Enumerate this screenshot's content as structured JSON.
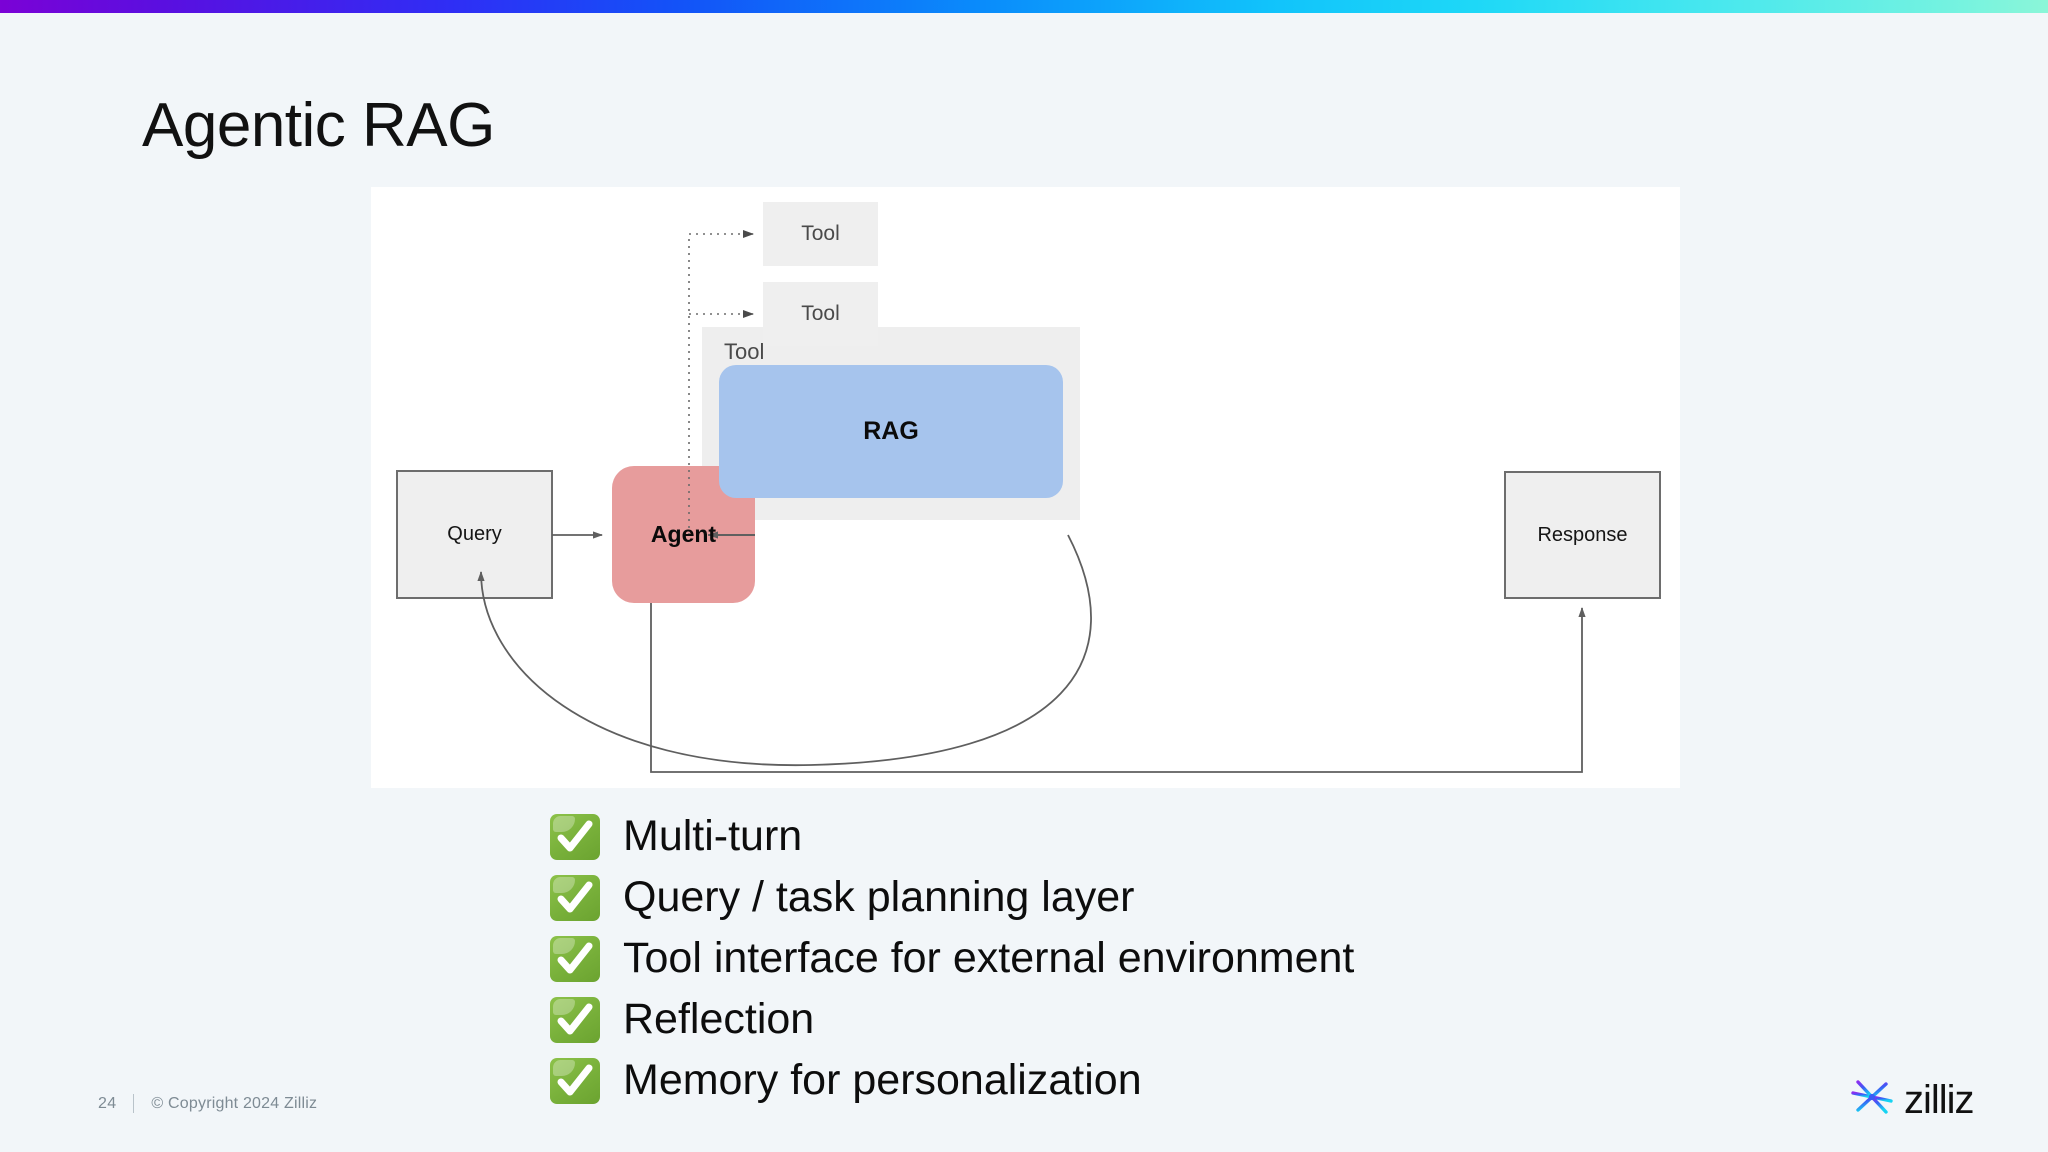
{
  "slide": {
    "title": "Agentic RAG",
    "background_color": "#f2f6f9",
    "canvas_color": "#ffffff"
  },
  "top_bar": {
    "gradient_from": "#7b02d6",
    "gradient_mid": "#0a8cfb",
    "gradient_to": "#8bf6d8"
  },
  "diagram": {
    "nodes": {
      "query": {
        "label": "Query",
        "fill": "#efefef",
        "stroke": "#6d6d6d"
      },
      "agent": {
        "label": "Agent",
        "fill": "#e79c9c",
        "stroke": "#e79c9c"
      },
      "tool_container": {
        "label": "Tool",
        "fill": "#eeeeee"
      },
      "rag": {
        "label": "RAG",
        "fill": "#a6c4ed",
        "stroke": "#a6c4ed"
      },
      "tool_top": {
        "label": "Tool",
        "fill": "#efefef"
      },
      "tool_middle": {
        "label": "Tool",
        "fill": "#efefef"
      },
      "response": {
        "label": "Response",
        "fill": "#efefef",
        "stroke": "#6d6d6d"
      }
    },
    "edge_color": "#5f5f5f"
  },
  "checklist": {
    "icon": "white-check-mark-icon",
    "icon_color": "#78b03a",
    "items": [
      {
        "label": "Multi-turn"
      },
      {
        "label": "Query / task planning layer"
      },
      {
        "label": "Tool interface for external environment"
      },
      {
        "label": "Reflection"
      },
      {
        "label": "Memory for personalization"
      }
    ]
  },
  "footer": {
    "page_number": "24",
    "copyright": "© Copyright 2024  Zilliz"
  },
  "brand": {
    "wordmark": "zilliz",
    "mark": "zilliz-starburst-icon"
  }
}
